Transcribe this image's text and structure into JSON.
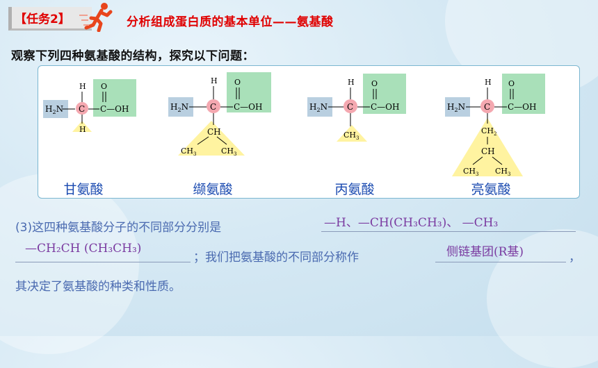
{
  "header": {
    "task_tag": "【任务2】",
    "title": "分析组成蛋白质的基本单位——氨基酸"
  },
  "subtitle": "观察下列四种氨基酸的结构，探究以下问题：",
  "molecules": [
    {
      "name": "甘氨酸",
      "r_group": "H"
    },
    {
      "name": "缬氨酸",
      "r_group": "CH(CH3)CH3"
    },
    {
      "name": "丙氨酸",
      "r_group": "CH3"
    },
    {
      "name": "亮氨酸",
      "r_group": "CH2CH(CH3)CH3"
    }
  ],
  "labels": {
    "h2n": "H₂N",
    "nh_h": "H",
    "c": "C",
    "cooh": "C—OH",
    "o": "O",
    "ch": "CH",
    "ch2": "CH₂",
    "ch3": "CH₃"
  },
  "question": {
    "line1_prefix": "(3)这四种氨基酸分子的不同部分分别是",
    "answer1": "—H、—CH(CH₃CH₃)、 —CH₃",
    "answer2": "—CH₂CH (CH₃CH₃)",
    "line2_mid": "；我们把氨基酸的不同部分称作",
    "answer3": "侧链基团(R基)",
    "line2_end": "，",
    "line3": "其决定了氨基酸的种类和性质。"
  },
  "colors": {
    "title_red": "#e00000",
    "name_blue": "#1a4ab0",
    "answer_purple": "#7a3aa0",
    "amine_box": "#b9cfe0",
    "carboxyl_box": "#a9e0b9",
    "r_group_yellow": "#fff3a0",
    "alpha_c_pink": "#f4a8b0"
  }
}
